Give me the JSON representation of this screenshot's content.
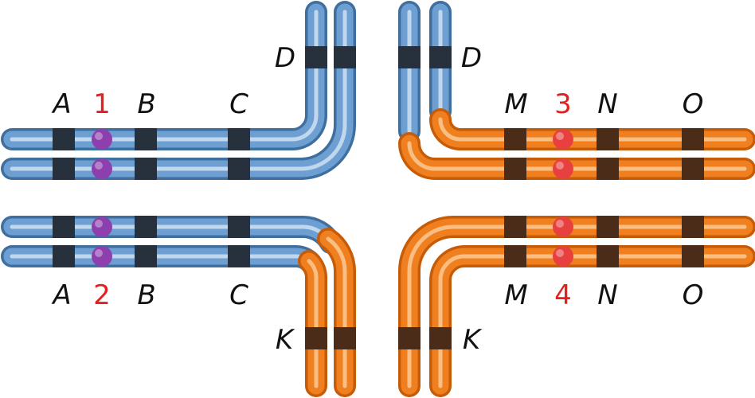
{
  "colors": {
    "blue": "#6e9fd3",
    "blue_edge": "#3f6f9f",
    "blue_light": "#cfe0f2",
    "blue_band": "#26313d",
    "orange": "#f0801f",
    "orange_edge": "#c65c08",
    "orange_light": "#fcc994",
    "orange_band": "#4a2c18",
    "centromere_purple": "#8e3fae",
    "centromere_red": "#e8403f"
  },
  "labels": {
    "top_left": {
      "a": "A",
      "centromere": "1",
      "b": "B",
      "c": "C",
      "d": "D"
    },
    "top_right": {
      "d": "D",
      "m": "M",
      "centromere": "3",
      "n": "N",
      "o": "O"
    },
    "bottom_left": {
      "a": "A",
      "centromere": "2",
      "b": "B",
      "c": "C",
      "k": "K"
    },
    "bottom_right": {
      "k": "K",
      "m": "M",
      "centromere": "4",
      "n": "N",
      "o": "O"
    }
  }
}
